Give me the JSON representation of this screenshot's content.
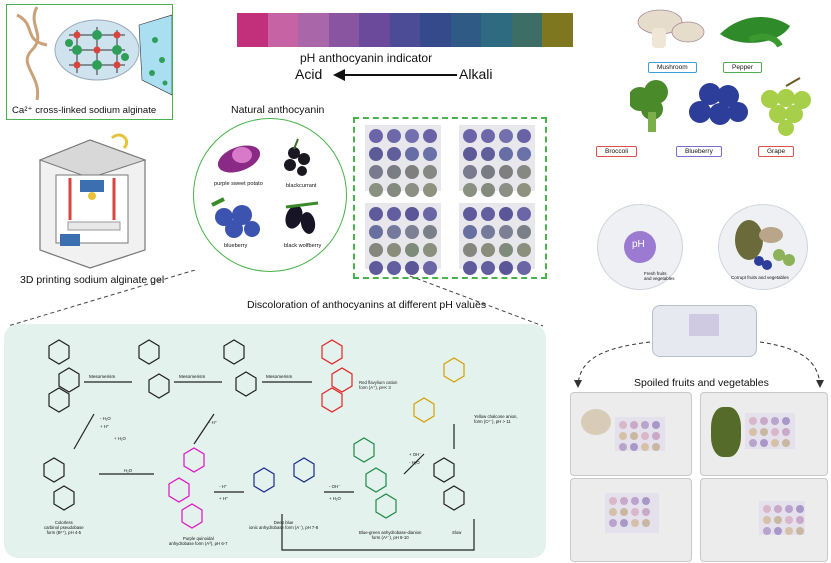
{
  "indicator": {
    "title": "pH anthocyanin indicator",
    "acid_label": "Acid",
    "alkali_label": "Alkali",
    "swatch_colors": [
      "#c2307c",
      "#c663a4",
      "#a967a9",
      "#8a55a0",
      "#6b4a9c",
      "#4c4b95",
      "#354a8a",
      "#2f5a86",
      "#2e6a80",
      "#3c6e66",
      "#7f7620"
    ]
  },
  "alginate": {
    "caption": "Ca²⁺ cross-linked sodium alginate"
  },
  "printer": {
    "caption": "3D printing sodium alginate gel"
  },
  "natural": {
    "title": "Natural anthocyanin",
    "sources": [
      "purple sweet potato",
      "blackcurrant",
      "blueberry",
      "black wolfberry"
    ]
  },
  "discoloration": {
    "title": "Discoloration of anthocyanins at different pH values",
    "arrows": [
      "Mesomerism",
      "Mesomerism",
      "Mesomerism"
    ],
    "species": {
      "red_cation": "Red flavylium cation\nform (A⁺), pH< 3",
      "yellow_chalcone": "Yellow chalcone anion,\nform (C²⁻), pH > 11",
      "colorless": "Colorless\ncarbinol pseudobase\nform (B²⁺), pH 4-5",
      "purple": "Purple quinoidal\nanhydrobase form (A⁰), pH 6-7",
      "deep_blue": "Deep blue\nionic anhydrobase form (A⁻), pH 7-8",
      "blue_green": "Blue-green anhydrobase-dianion\nform (A²⁻), pH 8-10"
    },
    "conditions": [
      "- H₂O",
      "+ H⁺",
      "+ H₂O",
      "- H⁺",
      "H₂O",
      "- H⁺",
      "+ H⁺",
      "- OH⁻",
      "+ H₂O",
      "+ OH⁻",
      "- H₂O",
      "Slow"
    ]
  },
  "produce": {
    "labels": [
      "Mushroom",
      "Pepper",
      "Broccoli",
      "Blueberry",
      "Grape"
    ],
    "label_colors": [
      "#3aa0d9",
      "#4cb04c",
      "#d9534f",
      "#7a6fd0",
      "#d9534f"
    ]
  },
  "freshness": {
    "fresh_label": "Fresh fruits\nand vegetables",
    "corrupt_label": "Corrupt fruits and vegetables",
    "ph_label": "pH"
  },
  "spoiled": {
    "title": "Spoiled fruits and vegetables"
  }
}
